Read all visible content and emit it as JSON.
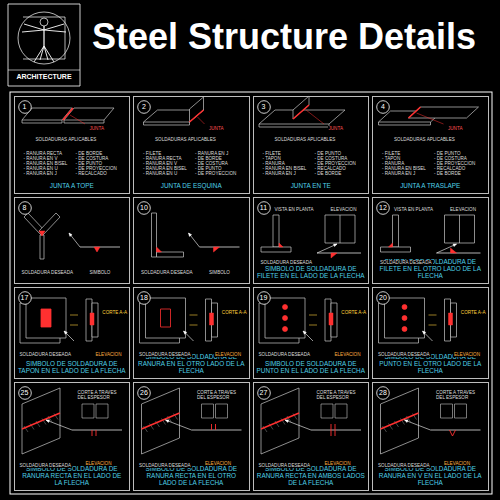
{
  "diagram": {
    "title": "Steel Structure Details",
    "nodes": [
      {
        "text": [
          "JUNTA A TOPE",
          "SOLDADURAS APLICABLES",
          "JUNTA",
          "- RANURA RECTA",
          "- RANURA EN V",
          "- RANURA EN BISEL",
          "- RANURA EN U",
          "- RANURA EN J",
          "- DE BORDE",
          "- DE COSTURA",
          "- DE PUNTO",
          "- DE PROYECCION",
          "- RECALCADO"
        ]
      },
      {
        "text": [
          "1"
        ],
        "in": 0
      },
      {
        "text": [
          "JUNTA DE ESQUINA",
          "SOLDADURAS APLICABLES",
          "JUNTA",
          "- FILETE",
          "- RANURA RECTA",
          "- RANURA EN V",
          "- RANURA EN BISEL",
          "- RANURA EN U",
          "- RANURA EN J",
          "- DE BORDE",
          "- DE COSTURA",
          "- DE PUNTO",
          "- DE PROYECCION"
        ]
      },
      {
        "text": [
          "2"
        ],
        "in": 2
      },
      {
        "text": [
          "JUNTA EN TE",
          "SOLDADURAS APLICABLES",
          "JUNTA",
          "- FILETE",
          "- TAPON",
          "- RANURA",
          "- RANURA EN BISEL",
          "- RANURA EN J",
          "- DE PUNTO",
          "- DE COSTURA",
          "- DE PROYECCION",
          "- RECALCADO",
          "- DE BORDE"
        ]
      },
      {
        "text": [
          "3"
        ],
        "in": 4
      },
      {
        "text": [
          "JUNTA A TRASLAPE",
          "SOLDADURAS APLICABLES",
          "JUNTA",
          "- FILETE",
          "- TAPON",
          "- RANURA",
          "- RANURA EN BISEL",
          "- RANURA EN J",
          "- DE PUNTO",
          "- DE COSTURA",
          "- DE PROYECCION",
          "- RECALCADO",
          "- DE BORDE"
        ]
      },
      {
        "text": [
          "4"
        ],
        "in": 6
      },
      {
        "text": [
          "SOLDADURA DESEADA",
          "SIMBOLO"
        ]
      },
      {
        "text": [
          "8"
        ],
        "in": 8
      },
      {
        "text": [
          "SOLDADURA DESEADA",
          "SIMBOLO"
        ]
      },
      {
        "text": [
          "10"
        ],
        "in": 10
      },
      {
        "text": [
          "SIMBOLO DE SOLDADURA DE FILETE EN EL LADO DE LA FLECHA",
          "VISTA EN PLANTA",
          "ELEVACION",
          "SOLDADURA DESEADA"
        ]
      },
      {
        "text": [
          "11"
        ],
        "in": 12
      },
      {
        "text": [
          "SIMBOLO DE SOLDADURA DE FILETE EN EL OTRO LADO DE LA FLECHA",
          "VISTA EN PLANTA",
          "ELEVACION",
          "SOLDADURA DESEADA"
        ]
      },
      {
        "text": [
          "12"
        ],
        "in": 14
      },
      {
        "text": [
          "SIMBOLO DE SOLDADURA DE TAPON EN EL LADO DE LA FLECHA",
          "CORTE A-A",
          "SOLDADURA DESEADA",
          "ELEVACION"
        ]
      },
      {
        "text": [
          "17"
        ],
        "in": 16
      },
      {
        "text": [
          "SIMBOLO DE SOLDADURA DE RANURA EN EL OTRO LADO DE LA FLECHA",
          "CORTE A-A",
          "SOLDADURA DESEADA",
          "ELEVACION"
        ]
      },
      {
        "text": [
          "18"
        ],
        "in": 18
      },
      {
        "text": [
          "SIMBOLO DE SOLDADURA DE PUNTO EN EL LADO DE LA FLECHA",
          "CORTE A-A",
          "SOLDADURA DESEADA",
          "ELEVACION"
        ]
      },
      {
        "text": [
          "19"
        ],
        "in": 20
      },
      {
        "text": [
          "SIMBOLO DE SOLDADURA DE PUNTO EN EL OTRO LADO DE LA FLECHA",
          "CORTE A-A",
          "SOLDADURA DESEADA",
          "ELEVACION"
        ]
      },
      {
        "text": [
          "20"
        ],
        "in": 22
      },
      {
        "text": [
          "SIMBOLO DE SOLDADURA DE RANURA RECTA EN EL LADO DE LA FLECHA",
          "CORTE A TRAVES DEL ESPESOR",
          "SOLDADURA DESEADA",
          "ELEVACION"
        ]
      },
      {
        "text": [
          "25"
        ],
        "in": 24
      },
      {
        "text": [
          "SIMBOLO DE SOLDADURA DE RANURA RECTA EN EL OTRO LADO DE LA FLECHA",
          "CORTE A TRAVES DEL ESPESOR",
          "SOLDADURA DESEADA",
          "ELEVACION"
        ]
      },
      {
        "text": [
          "26"
        ],
        "in": 26
      },
      {
        "text": [
          "SIMBOLO DE SOLDADURA DE RANURA RECTA EN AMBOS LADOS DE LA FLECHA",
          "CORTE A TRAVES DEL ESPESOR",
          "SOLDADURA DESEADA",
          "ELEVACION"
        ]
      },
      {
        "text": [
          "27"
        ],
        "in": 28
      },
      {
        "text": [
          "SIMBOLO DE SOLDADURA DE RANURA EN V EN EL LADO DE LA FLECHA",
          "CORTE A TRAVES DEL ESPESOR",
          "SOLDADURA DESEADA",
          "ELEVACION"
        ]
      },
      {
        "text": [
          "28"
        ],
        "in": 30
      }
    ],
    "labels": [
      "ARCHITECTURE"
    ]
  }
}
